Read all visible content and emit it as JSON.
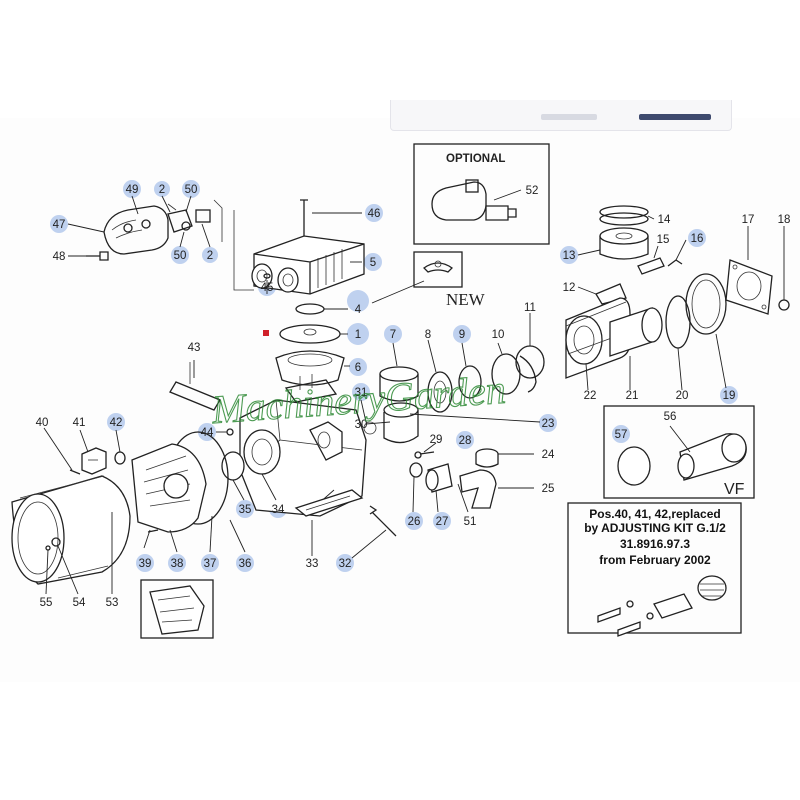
{
  "highlight_color": "#a9c2ea",
  "watermark_color": "#2f8a36",
  "watermark": "MachineryGarden",
  "header_label": "NEW",
  "optional_box": {
    "title": "OPTIONAL",
    "part": "52"
  },
  "vf_box": {
    "label": "VF",
    "parts": [
      "57",
      "56"
    ]
  },
  "note_box": {
    "line1": "Pos.40, 41, 42,replaced",
    "line2": "by ADJUSTING KIT G.1/2",
    "line3": "31.8916.97.3",
    "line4": "from February 2002"
  },
  "callouts": {
    "n1": "1",
    "n2a": "2",
    "n2b": "2",
    "n4": "4",
    "n5": "5",
    "n6": "6",
    "n7": "7",
    "n8": "8",
    "n9": "9",
    "n10": "10",
    "n11": "11",
    "n12": "12",
    "n13": "13",
    "n14": "14",
    "n15": "15",
    "n16": "16",
    "n17": "17",
    "n18": "18",
    "n19": "19",
    "n20": "20",
    "n21": "21",
    "n22": "22",
    "n23": "23",
    "n24": "24",
    "n25": "25",
    "n26": "26",
    "n27": "27",
    "n28": "28",
    "n29": "29",
    "n30": "30",
    "n31": "31",
    "n32": "32",
    "n33": "33",
    "n34": "34",
    "n35": "35",
    "n36": "36",
    "n37": "37",
    "n38": "38",
    "n39": "39",
    "n40": "40",
    "n41": "41",
    "n42": "42",
    "n43": "43",
    "n44": "44",
    "n45": "45",
    "n46": "46",
    "n47": "47",
    "n48": "48",
    "n49": "49",
    "n50a": "50",
    "n50b": "50",
    "n51": "51",
    "n53": "53",
    "n54": "54",
    "n55": "55"
  }
}
